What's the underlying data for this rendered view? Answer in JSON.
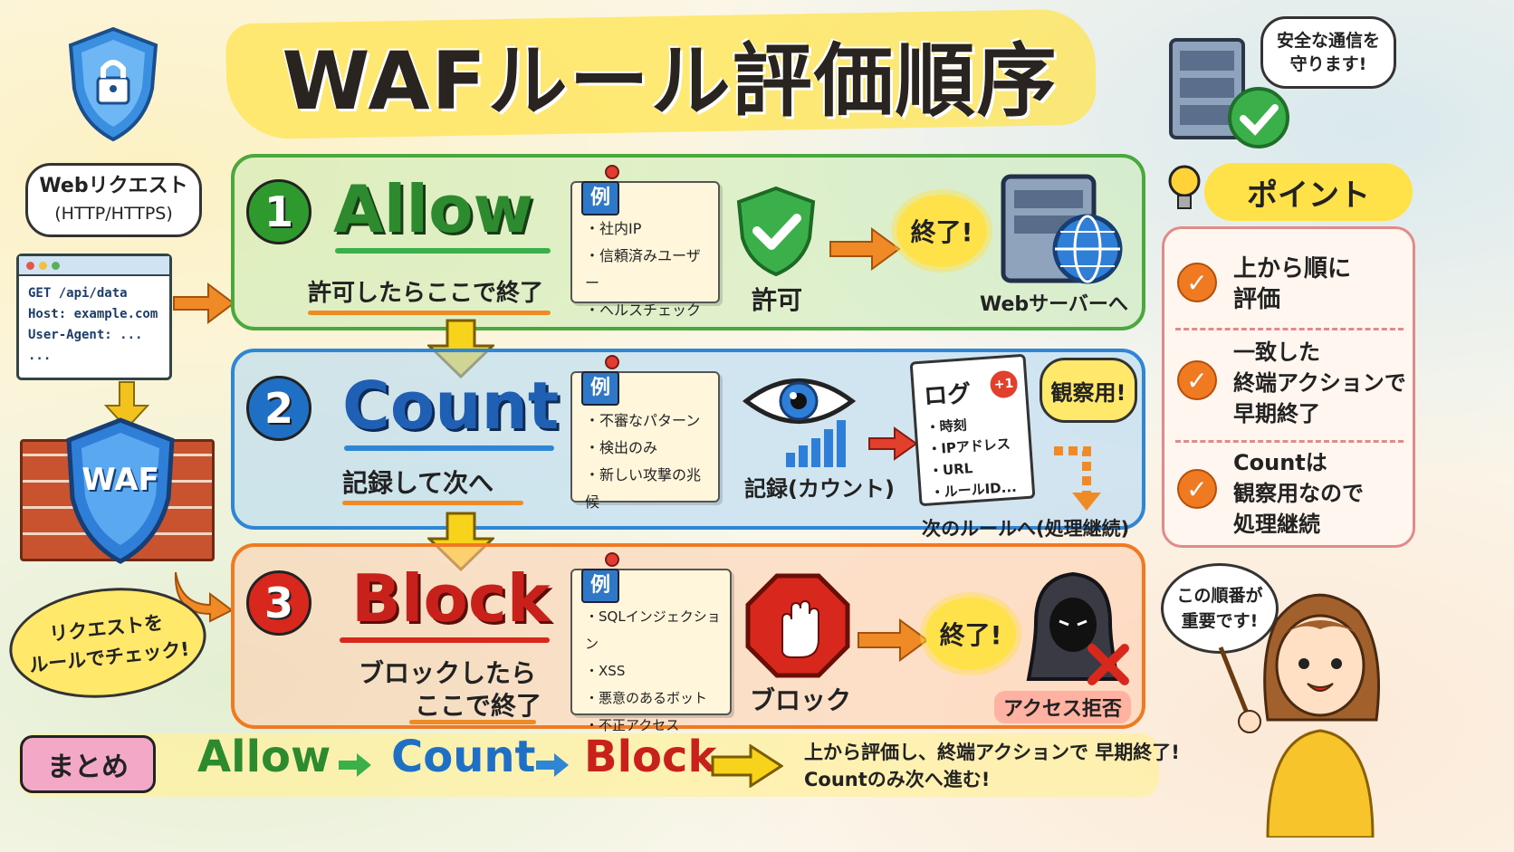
{
  "title": "WAFルール評価順序",
  "top_right_bubble": [
    "安全な通信を",
    "守ります!"
  ],
  "request": {
    "bubble": [
      "Webリクエスト",
      "(HTTP/HTTPS)"
    ],
    "lines": [
      "GET /api/data",
      "Host: example.com",
      "User-Agent: ...",
      "..."
    ]
  },
  "waf_label": "WAF",
  "left_bubble": [
    "リクエストを",
    "ルールでチェック!"
  ],
  "rules": [
    {
      "number": "1",
      "name": "Allow",
      "subtitle": "許可したらここで終了",
      "example_tag": "例",
      "examples": [
        "社内IP",
        "信頼済みユーザー",
        "ヘルスチェック"
      ],
      "action_label": "許可",
      "end_label": "終了!",
      "target_label": "Webサーバーへ"
    },
    {
      "number": "2",
      "name": "Count",
      "subtitle": "記録して次へ",
      "example_tag": "例",
      "examples": [
        "不審なパターン",
        "検出のみ",
        "新しい攻撃の兆候"
      ],
      "action_label": "記録(カウント)",
      "log_title": "ログ",
      "log_badge": "+1",
      "log_items": [
        "時刻",
        "IPアドレス",
        "URL",
        "ルールID..."
      ],
      "observe_label": "観察用!",
      "next_label": "次のルールへ(処理継続)"
    },
    {
      "number": "3",
      "name": "Block",
      "subtitle_lines": [
        "ブロックしたら",
        "ここで終了"
      ],
      "example_tag": "例",
      "examples": [
        "SQLインジェクション",
        "XSS",
        "悪意のあるボット",
        "不正アクセス"
      ],
      "action_label": "ブロック",
      "end_label": "終了!",
      "target_label": "アクセス拒否"
    }
  ],
  "points": {
    "title": "ポイント",
    "items": [
      [
        "上から順に",
        "評価"
      ],
      [
        "一致した",
        "終端アクションで",
        "早期終了"
      ],
      [
        "Countは",
        "観察用なので",
        "処理継続"
      ]
    ]
  },
  "teacher_bubble": [
    "この順番が",
    "重要です!"
  ],
  "summary": {
    "label": "まとめ",
    "flow": [
      "Allow",
      "Count",
      "Block"
    ],
    "text_lines": [
      "上から評価し、終端アクションで 早期終了!",
      "Countのみ次へ進む!"
    ]
  },
  "colors": {
    "allow": "#2e9a2e",
    "count": "#1f6fc4",
    "block": "#d8281e",
    "title_band": "#ffe14a",
    "accent_orange": "#f07a22"
  }
}
